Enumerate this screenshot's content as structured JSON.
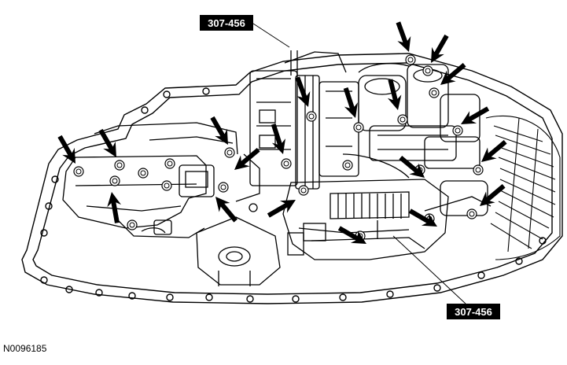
{
  "callouts": {
    "tool_top": "307-456",
    "tool_bottom": "307-456"
  },
  "figure_id": "N0096185",
  "colors": {
    "line": "#000000",
    "background": "#ffffff",
    "label_box": "#000000",
    "label_text": "#ffffff"
  },
  "icons": [
    "arrow-icon",
    "bolt-icon"
  ]
}
